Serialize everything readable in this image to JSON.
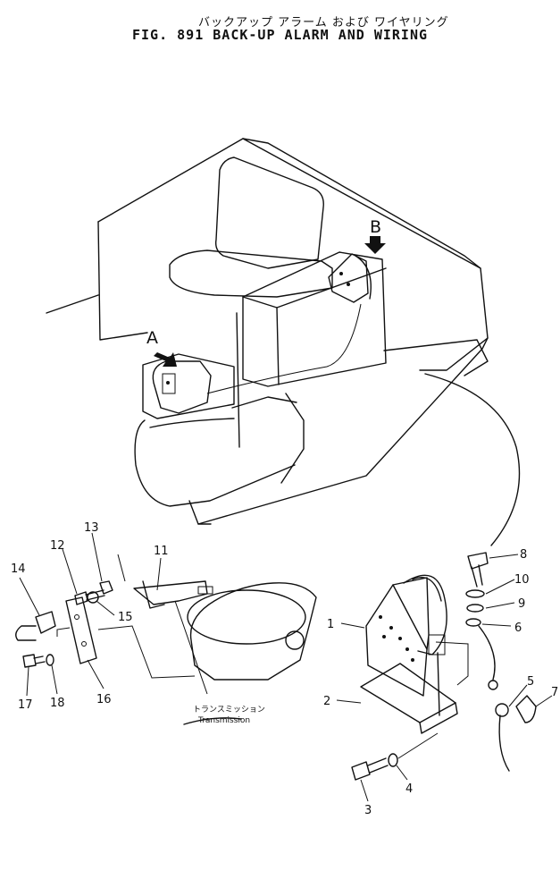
{
  "header": {
    "title_jp": "バックアップ アラーム および ワイヤリング",
    "title_en": "FIG. 891  BACK-UP  ALARM  AND  WIRING"
  },
  "views": {
    "a": "A",
    "b": "B"
  },
  "callouts": [
    "1",
    "2",
    "3",
    "4",
    "5",
    "6",
    "7",
    "8",
    "9",
    "10",
    "11",
    "12",
    "13",
    "14",
    "15",
    "16",
    "17",
    "18"
  ],
  "transmission": {
    "label_jp": "トランスミッション",
    "label_en": "Transmission"
  }
}
